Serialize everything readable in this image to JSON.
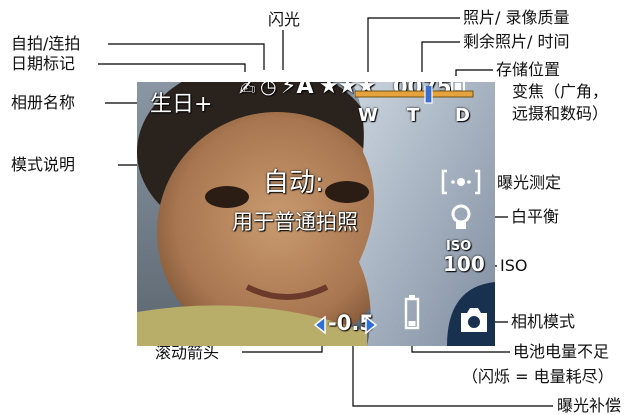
{
  "callouts": {
    "flash": "闪光",
    "self_timer_burst": "自拍/连拍",
    "date_stamp": "日期标记",
    "album_name": "相册名称",
    "mode_description": "模式说明",
    "scroll_arrows": "滚动箭头",
    "picture_video_quality": "照片/ 录像质量",
    "pictures_time_remaining": "剩余照片/ 时间",
    "storage_location": "存储位置",
    "zoom_line1": "变焦（广角，",
    "zoom_line2": "远摄和数码）",
    "exposure_metering": "曝光测定",
    "white_balance": "白平衡",
    "iso": "ISO",
    "camera_mode": "相机模式",
    "battery_low_line1": "电池电量不足",
    "battery_low_line2": "（闪烁 = 电量耗尽）",
    "exposure_compensation": "曝光补偿"
  },
  "screen": {
    "album": "生日+",
    "mode_title": "自动:",
    "mode_subtitle": "用于普通拍照",
    "flash_setting": "⚡A",
    "quality_stars": "★★★",
    "pictures_remaining": "0075",
    "zoom_labels": [
      "W",
      "T",
      "D"
    ],
    "zoom_level": 0.62,
    "iso_label": "ISO",
    "iso_value": "100",
    "exposure_compensation_value": "-0.5",
    "colors": {
      "screen_bg": "#6f7e8c",
      "zoom_bar": "#e6a23c",
      "zoom_marker": "#3a6fd0",
      "arrows": "#2f6fd6",
      "camera_icon_bg": "#17314f"
    },
    "icons": {
      "date": "date-stamp-icon",
      "timer": "self-timer-icon",
      "storage": "memory-card-icon",
      "metering": "center-metering-icon",
      "white_balance": "auto-white-balance-bulb-icon",
      "battery": "battery-low-icon",
      "camera_mode": "camera-icon",
      "scroll_left": "left-arrow-icon",
      "scroll_right": "right-arrow-icon"
    }
  }
}
